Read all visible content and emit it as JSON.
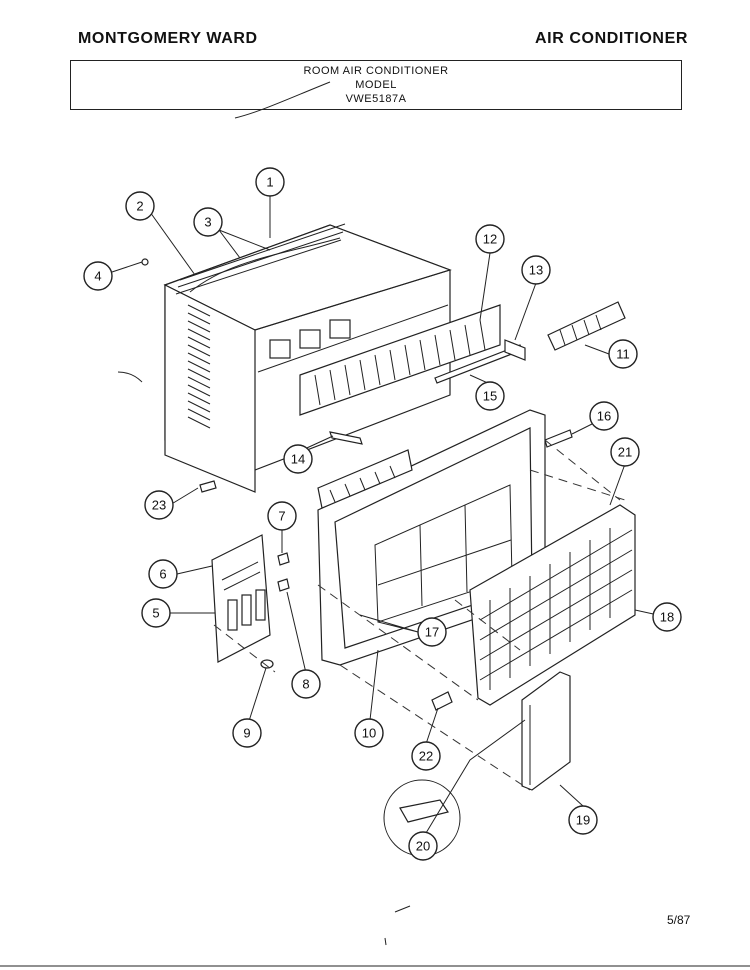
{
  "header": {
    "brand": "MONTGOMERY WARD",
    "doc_title": "AIR CONDITIONER"
  },
  "title_block": {
    "line1": "ROOM AIR CONDITIONER",
    "line2": "MODEL",
    "line3": "VWE5187A"
  },
  "callouts": [
    "1",
    "2",
    "3",
    "4",
    "5",
    "6",
    "7",
    "8",
    "9",
    "10",
    "11",
    "12",
    "13",
    "14",
    "15",
    "16",
    "17",
    "18",
    "19",
    "20",
    "21",
    "22",
    "23"
  ],
  "footer": {
    "page_number": "5/87"
  }
}
